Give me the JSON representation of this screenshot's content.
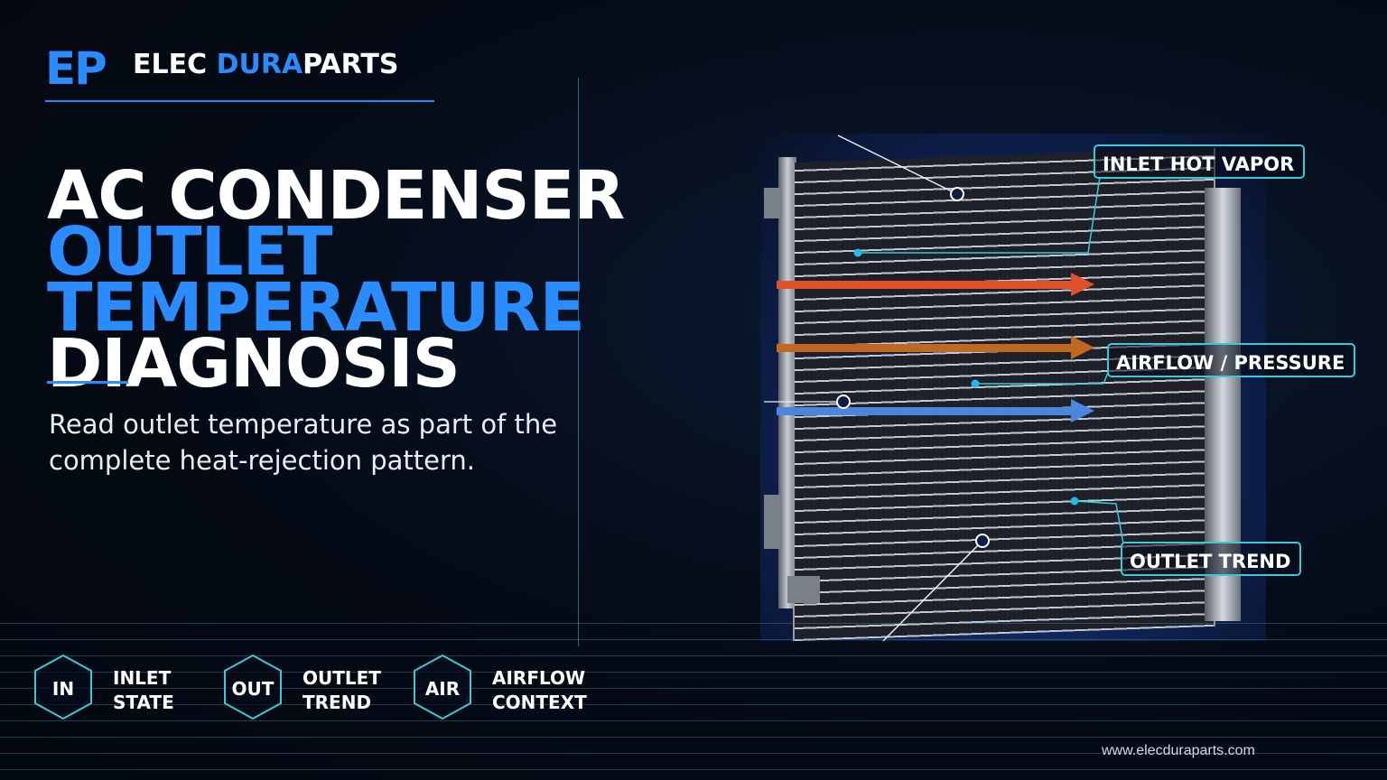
{
  "brand": {
    "mark": "EP",
    "name_part1": "ELEC",
    "name_part2": "DURA",
    "name_part3": "PARTS"
  },
  "hero": {
    "title_line1": "AC CONDENSER",
    "title_line2": "OUTLET",
    "title_line3": "TEMPERATURE",
    "title_line4": "DIAGNOSIS",
    "subtitle": "Read outlet temperature as part of the complete heat-rejection pattern."
  },
  "callouts": {
    "inlet": "INLET HOT VAPOR",
    "airflow": "AIRFLOW / PRESSURE",
    "outlet": "OUTLET TREND"
  },
  "arrows": {
    "hot_color": "#e0512a",
    "warm_color": "#c2671f",
    "cool_color": "#4a86e0"
  },
  "badges": [
    {
      "code": "IN",
      "line1": "INLET",
      "line2": "STATE"
    },
    {
      "code": "OUT",
      "line1": "OUTLET",
      "line2": "TREND"
    },
    {
      "code": "AIR",
      "line1": "AIRFLOW",
      "line2": "CONTEXT"
    }
  ],
  "footer": {
    "url": "www.elecduraparts.com"
  },
  "colors": {
    "accent": "#2b8cff",
    "callout_border": "#3cc8d8",
    "background": "#050b16"
  }
}
